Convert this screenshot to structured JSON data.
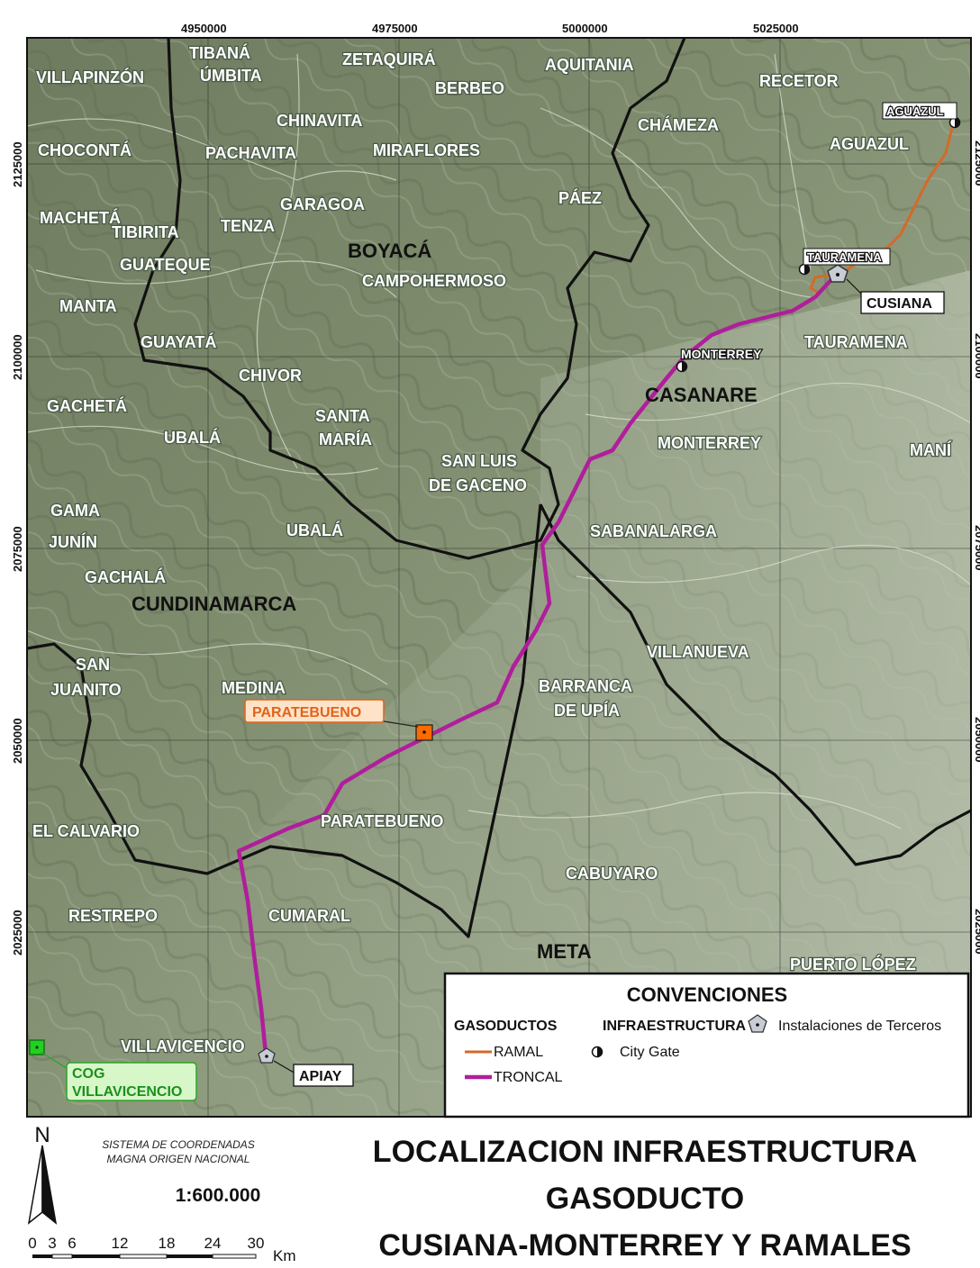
{
  "map": {
    "x_ticks": [
      "4950000",
      "4975000",
      "5000000",
      "5025000"
    ],
    "y_ticks": [
      "2125000",
      "2100000",
      "2075000",
      "2050000",
      "2025000"
    ],
    "departments": [
      "BOYACÁ",
      "CASANARE",
      "CUNDINAMARCA",
      "META"
    ],
    "municipalities": [
      "TIBANÁ",
      "ÚMBITA",
      "VILLAPINZÓN",
      "ZETAQUIRÁ",
      "BERBEO",
      "AQUITANIA",
      "RECETOR",
      "CHINAVITA",
      "CHÁMEZA",
      "CHOCONTÁ",
      "PACHAVITA",
      "MIRAFLORES",
      "AGUAZUL",
      "GARAGOA",
      "PÁEZ",
      "MACHETÁ",
      "TIBIRITA",
      "TENZA",
      "GUATEQUE",
      "CAMPOHERMOSO",
      "MANTA",
      "GUAYATÁ",
      "TAURAMENA",
      "CHIVOR",
      "GACHETÁ",
      "SANTA",
      "MARÍA",
      "UBALÁ",
      "MONTERREY",
      "MANÍ",
      "SAN LUIS",
      "DE GACENO",
      "GAMA",
      "JUNÍN",
      "UBALÁ",
      "SABANALARGA",
      "GACHALÁ",
      "VILLANUEVA",
      "SAN",
      "JUANITO",
      "MEDINA",
      "BARRANCA",
      "DE UPÍA",
      "PARATEBUENO",
      "EL CALVARIO",
      "CABUYARO",
      "RESTREPO",
      "CUMARAL",
      "PUERTO LÓPEZ",
      "VILLAVICENCIO"
    ],
    "facilities": {
      "aguazul": "AGUAZUL",
      "tauramena": "TAURAMENA",
      "cusiana": "CUSIANA",
      "monterrey": "MONTERREY",
      "paratebueno": "PARATEBUENO",
      "apiay": "APIAY",
      "cog_line1": "COG",
      "cog_line2": "VILLAVICENCIO"
    },
    "colors": {
      "troncal": "#b01e9c",
      "ramal": "#d36a2a",
      "border": "#111111",
      "paratebueno_fill": "#ff6a00",
      "cog_fill": "#21d121"
    }
  },
  "legend": {
    "title": "CONVENCIONES",
    "pipelines_header": "GASODUCTOS",
    "infra_header": "INFRAESTRUCTURA",
    "ramal": "RAMAL",
    "troncal": "TRONCAL",
    "city_gate": "City Gate",
    "third_party": "Instalaciones de Terceros"
  },
  "footer": {
    "north": "N",
    "coord_line1": "SISTEMA DE COORDENADAS",
    "coord_line2": "MAGNA ORIGEN NACIONAL",
    "scale": "1:600.000",
    "scale_labels": [
      "0",
      "3",
      "6",
      "12",
      "18",
      "24",
      "30"
    ],
    "scale_unit": "Km",
    "title_line1": "LOCALIZACION INFRAESTRUCTURA",
    "title_line2": "GASODUCTO",
    "title_line3": "CUSIANA-MONTERREY Y RAMALES"
  }
}
